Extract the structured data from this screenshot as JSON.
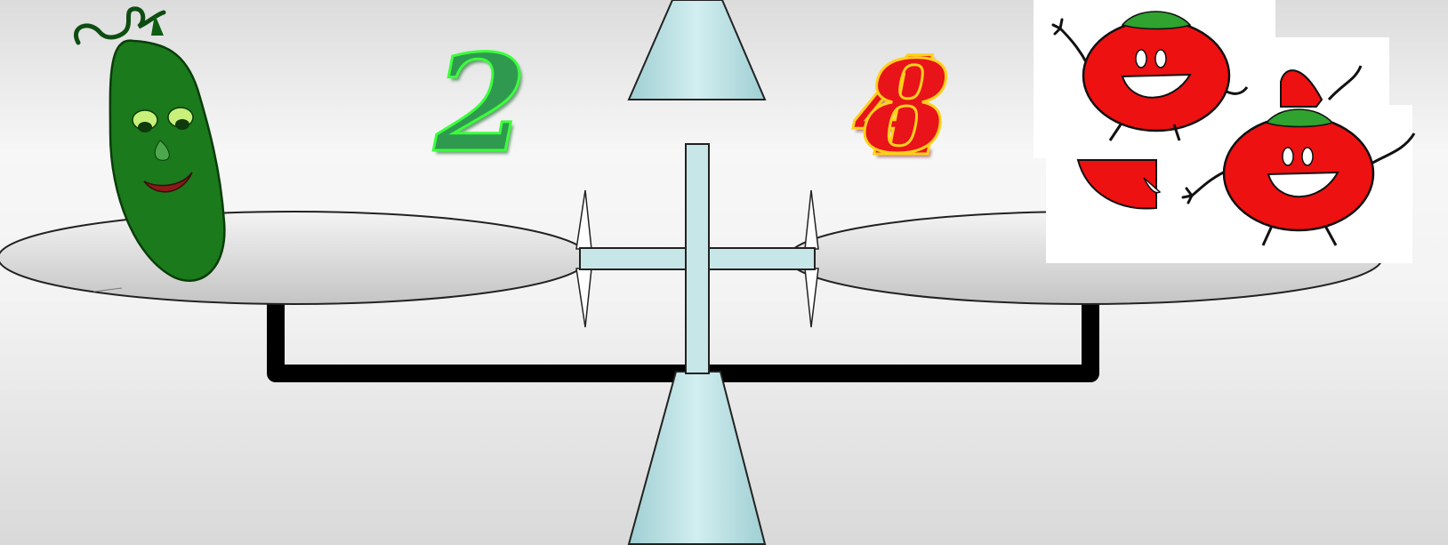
{
  "left_pan": {
    "number": "2",
    "item": "cucumber-character"
  },
  "right_pan": {
    "number_back": "4",
    "number_front": "8",
    "item": "tomato-character",
    "item_count_shown": 3
  },
  "colors": {
    "pan_fill": "#d6d6d6",
    "post_fill": "#b8dfe2",
    "cucumber_green": "#1b7a1b",
    "tomato_red": "#ee1111",
    "beam": "#000000"
  }
}
